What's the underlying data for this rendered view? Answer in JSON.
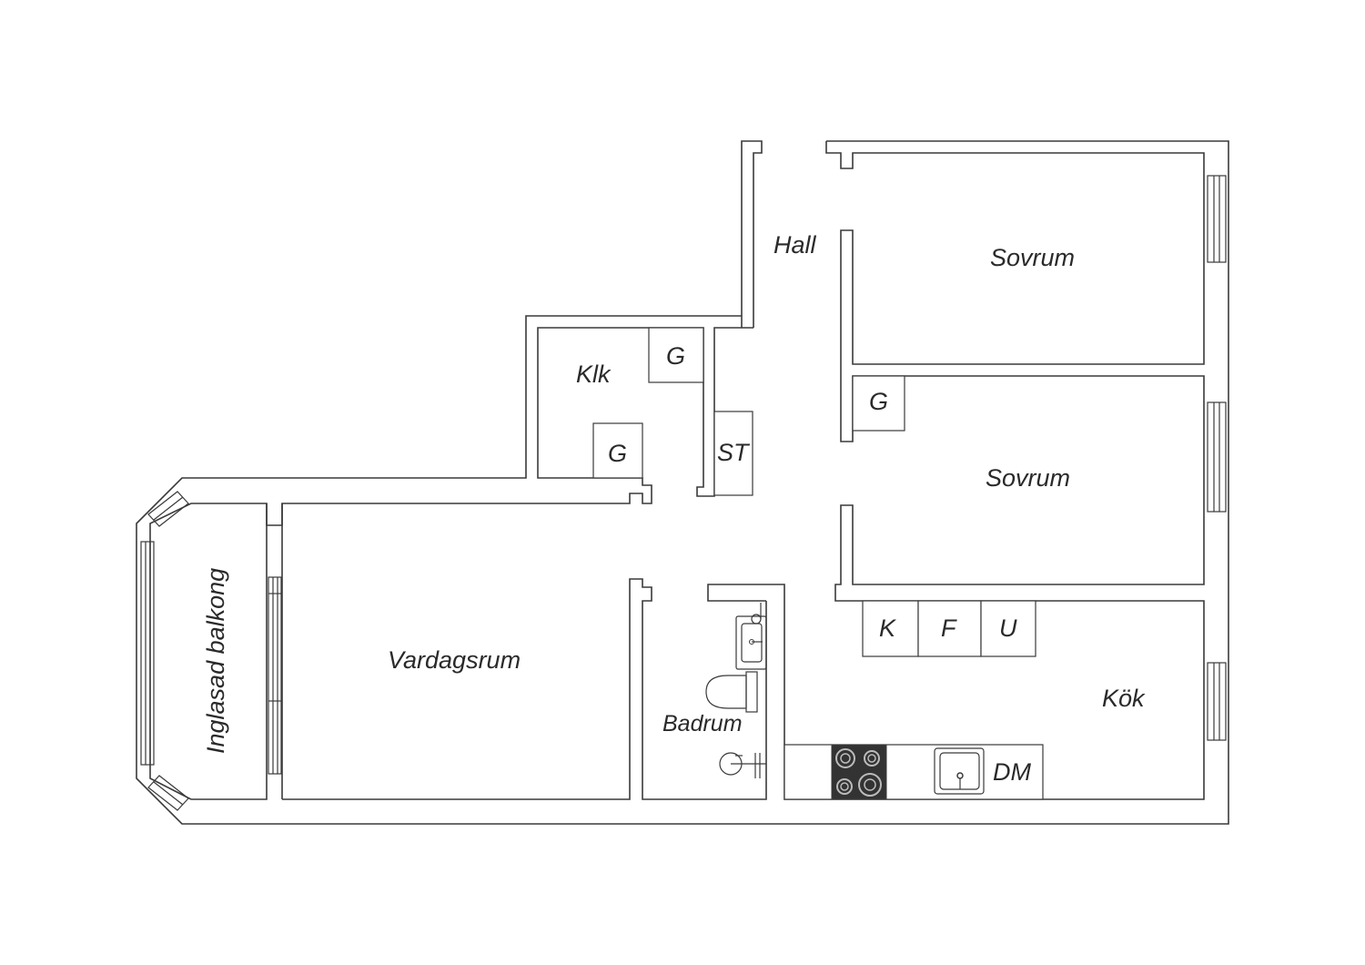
{
  "rooms": {
    "hall": "Hall",
    "sovrum_1": "Sovrum",
    "sovrum_2": "Sovrum",
    "klk": "Klk",
    "vardagsrum": "Vardagsrum",
    "balkong": "Inglasad balkong",
    "badrum": "Badrum",
    "kok": "Kök"
  },
  "fixtures": {
    "klk_g_top": "G",
    "klk_g_bottom": "G",
    "sovrum_g": "G",
    "st": "ST",
    "k": "K",
    "f": "F",
    "u": "U",
    "dm": "DM"
  },
  "colors": {
    "wall": "#3a3a3a",
    "stove": "#333333",
    "background": "#ffffff"
  }
}
